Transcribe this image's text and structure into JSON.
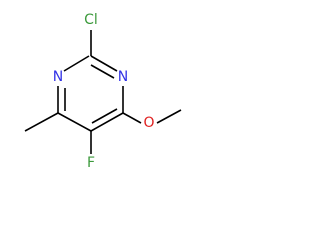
{
  "molecule": {
    "atoms": {
      "cl": {
        "symbol": "Cl",
        "color": "#3c9a3c"
      },
      "n1": {
        "symbol": "N",
        "color": "#3232e6"
      },
      "n3": {
        "symbol": "N",
        "color": "#3232e6"
      },
      "f": {
        "symbol": "F",
        "color": "#3c9a3c"
      },
      "o": {
        "symbol": "O",
        "color": "#e02020"
      }
    },
    "bond_color": "#000000"
  }
}
